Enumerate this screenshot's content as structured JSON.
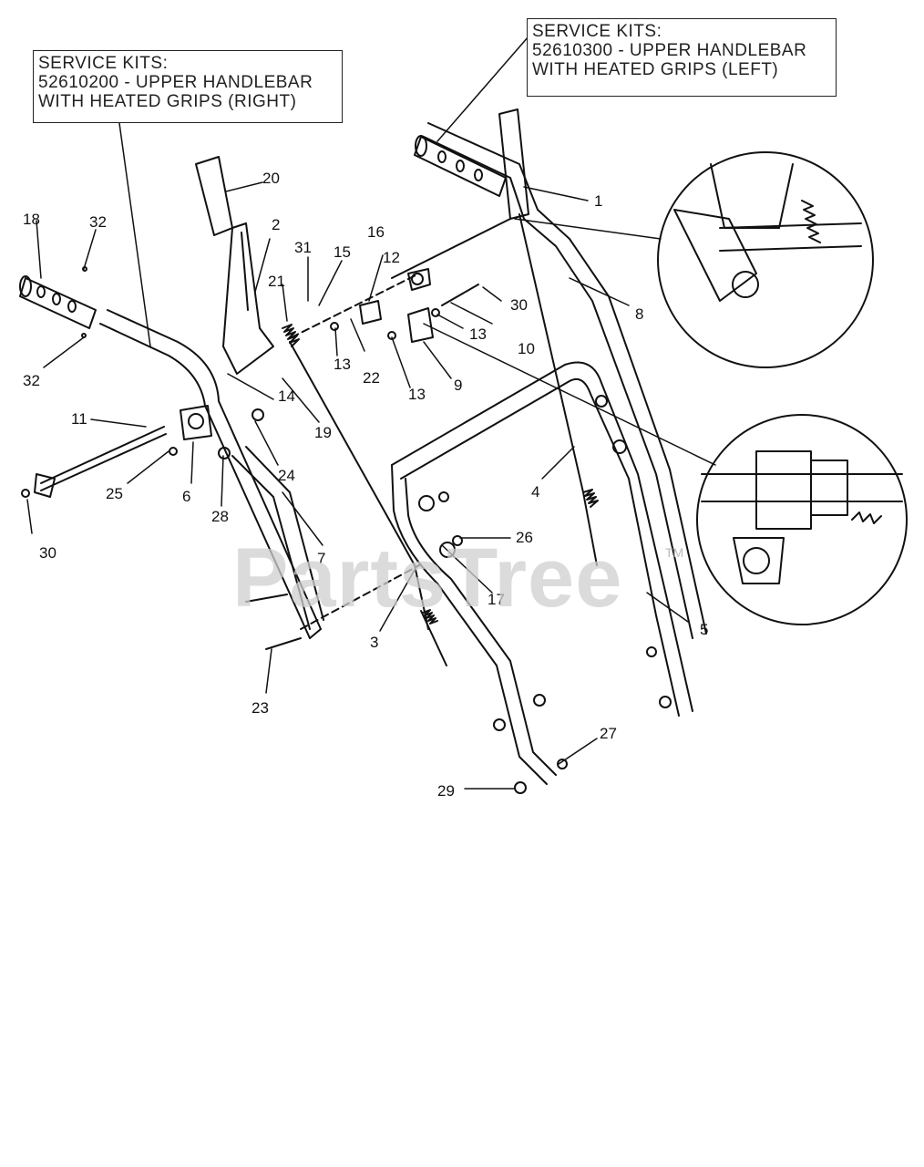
{
  "service_kits": {
    "right": {
      "line1": "SERVICE KITS:",
      "line2": "52610200 - UPPER HANDLEBAR",
      "line3": "WITH HEATED GRIPS (RIGHT)"
    },
    "left": {
      "line1": "SERVICE KITS:",
      "line2": "52610300 - UPPER HANDLEBAR",
      "line3": "WITH HEATED GRIPS (LEFT)"
    }
  },
  "watermark": {
    "text": "PartsTree",
    "tm": "TM"
  },
  "part_labels": {
    "p1": "1",
    "p2": "2",
    "p3": "3",
    "p4": "4",
    "p5": "5",
    "p6": "6",
    "p7": "7",
    "p8": "8",
    "p9": "9",
    "p10": "10",
    "p11": "11",
    "p12": "12",
    "p13a": "13",
    "p13b": "13",
    "p13c": "13",
    "p14": "14",
    "p15": "15",
    "p16": "16",
    "p17": "17",
    "p18": "18",
    "p19": "19",
    "p20": "20",
    "p21": "21",
    "p22": "22",
    "p23": "23",
    "p24": "24",
    "p25": "25",
    "p26": "26",
    "p27": "27",
    "p28": "28",
    "p29": "29",
    "p30a": "30",
    "p30b": "30",
    "p31": "31",
    "p32a": "32",
    "p32b": "32"
  }
}
